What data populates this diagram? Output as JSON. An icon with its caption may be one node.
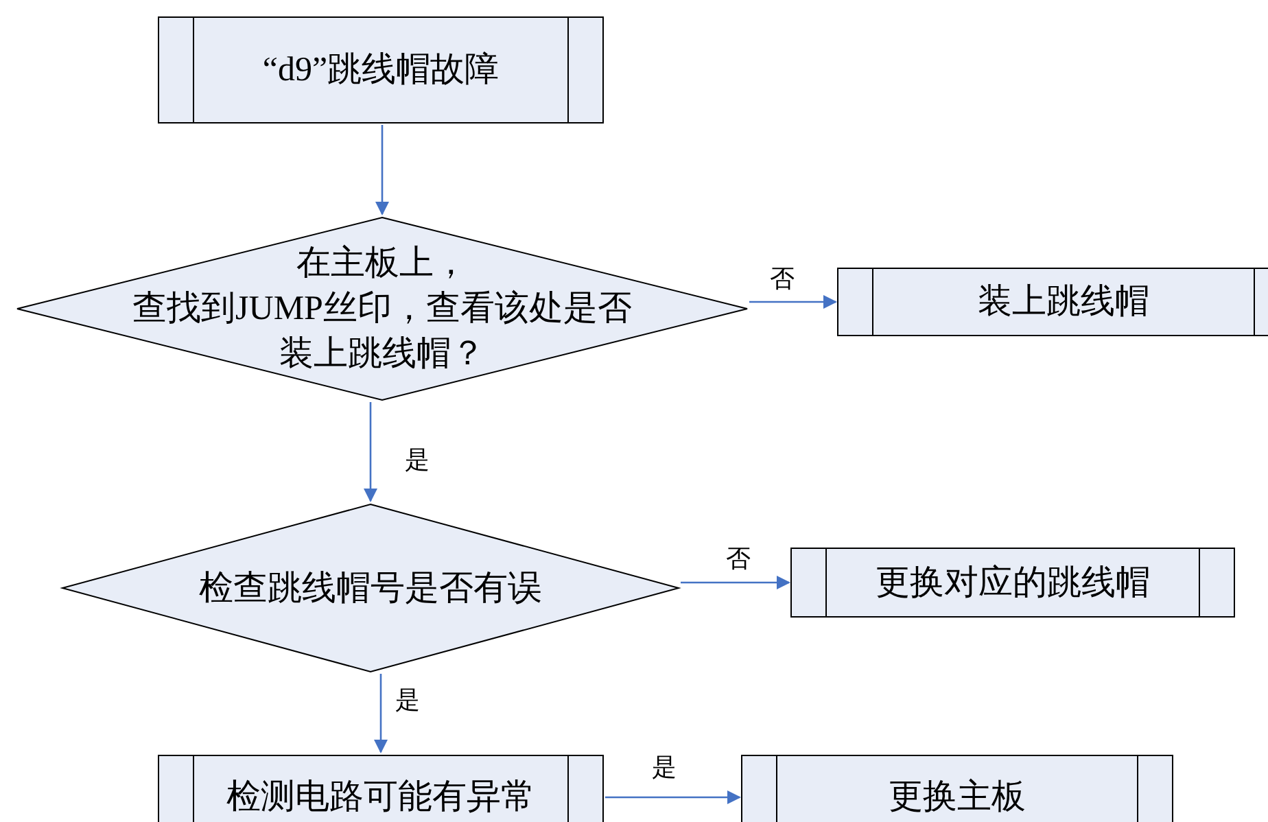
{
  "diagram": {
    "nodes": [
      {
        "text": [
          "“d9”跳线帽故障"
        ]
      },
      {
        "text": [
          "在主板上，查找到JUMP丝印，查看该处是否装上跳线帽？"
        ]
      },
      {
        "text": [
          "装上跳线帽"
        ]
      },
      {
        "text": [
          "检查跳线帽号是否有误"
        ]
      },
      {
        "text": [
          "更换对应的跳线帽"
        ]
      },
      {
        "text": [
          "检测电路可能有异常"
        ]
      },
      {
        "text": [
          "更换主板"
        ]
      }
    ],
    "edges": [
      {
        "from": 0,
        "to": 1,
        "arrow": "to"
      },
      {
        "from": 1,
        "to": 2,
        "arrow": "to",
        "label": "否"
      },
      {
        "from": 1,
        "to": 3,
        "arrow": "to",
        "label": "是"
      },
      {
        "from": 3,
        "to": 4,
        "arrow": "to",
        "label": "否"
      },
      {
        "from": 3,
        "to": 5,
        "arrow": "to",
        "label": "是"
      },
      {
        "from": 5,
        "to": 6,
        "arrow": "to",
        "label": "是"
      }
    ]
  }
}
